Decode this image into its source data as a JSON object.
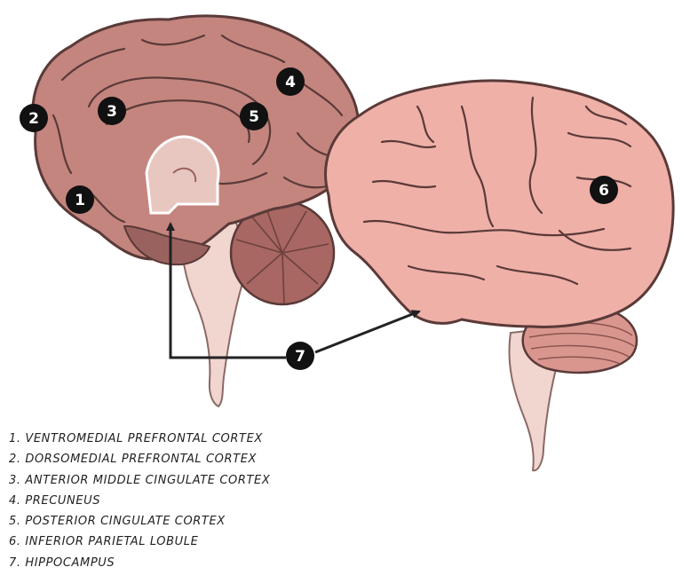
{
  "markers": [
    "1",
    "2",
    "3",
    "4",
    "5",
    "6",
    "7"
  ],
  "legend": [
    "1. VENTROMEDIAL PREFRONTAL CORTEX",
    "2. DORSOMEDIAL PREFRONTAL CORTEX",
    "3. ANTERIOR MIDDLE CINGULATE CORTEX",
    "4. PRECUNEUS",
    "5. POSTERIOR CINGULATE CORTEX",
    "6. INFERIOR PARIETAL LOBULE",
    "7. HIPPOCAMPUS"
  ],
  "colors": {
    "medial_brain": "#c4857f",
    "medial_brain_dark": "#9a625e",
    "lateral_brain": "#efb0a8",
    "lateral_brain_dark": "#d5918a",
    "brainstem": "#f1d5cf",
    "outline": "#5a3a38",
    "marker_fill": "#111111",
    "arrow": "#222222"
  }
}
